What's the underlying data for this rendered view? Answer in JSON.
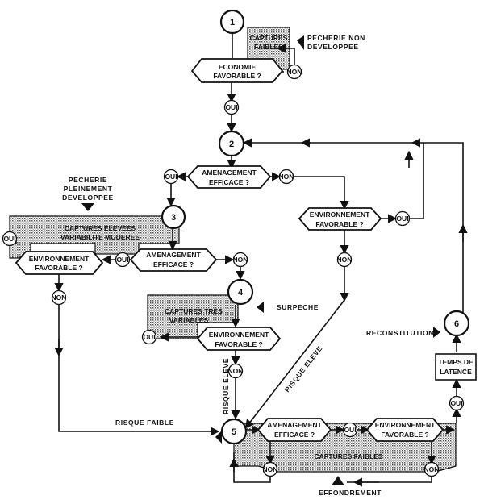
{
  "states": {
    "s1": "1",
    "s2": "2",
    "s3": "3",
    "s4": "4",
    "s5": "5",
    "s6": "6"
  },
  "boxes": {
    "captures_faibles_top_1": "CAPTURES",
    "captures_faibles_top_2": "FAIBLES",
    "captures_elevees_1": "CAPTURES ELEVEES",
    "captures_elevees_2": "VARIABILITE MODEREE",
    "captures_tres_1": "CAPTURES TRES",
    "captures_tres_2": "VARIABLES",
    "captures_faibles_bottom": "CAPTURES FAIBLES",
    "temps_1": "TEMPS DE",
    "temps_2": "LATENCE"
  },
  "decisions": {
    "eco_1": "ECONOMIE",
    "eco_2": "FAVORABLE ?",
    "amen_1": "AMENAGEMENT",
    "amen_2": "EFFICACE ?",
    "env_1": "ENVIRONNEMENT",
    "env_2": "FAVORABLE ?"
  },
  "answers": {
    "oui": "OUI",
    "non": "NON"
  },
  "side_labels": {
    "pecherie_non_1": "PECHERIE NON",
    "pecherie_non_2": "DEVELOPPEE",
    "pecherie_plein_1": "PECHERIE",
    "pecherie_plein_2": "PLEINEMENT",
    "pecherie_plein_3": "DEVELOPPEE",
    "surpeche": "SURPECHE",
    "reconstitution": "RECONSTITUTION",
    "effondrement": "EFFONDREMENT",
    "risque_faible": "RISQUE FAIBLE",
    "risque_eleve_diag": "RISQUE ELEVE",
    "risque_eleve_vert": "RISQUE ELEVE"
  }
}
